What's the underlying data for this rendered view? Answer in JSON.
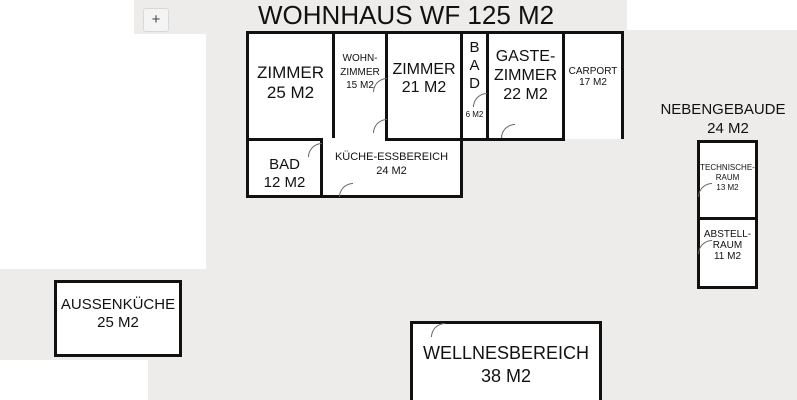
{
  "title": "WOHNHAUS WF 125 M2",
  "ui": {
    "add_tab_label": "+"
  },
  "house": {
    "zimmer1": {
      "name": "ZIMMER",
      "area": "25 M2"
    },
    "wohnzimmer": {
      "name_line1": "WOHN-",
      "name_line2": "ZIMMER",
      "area": "15 M2"
    },
    "zimmer2": {
      "name": "ZIMMER",
      "area": "21 M2"
    },
    "bad_small": {
      "letters": [
        "B",
        "A",
        "D"
      ],
      "area": "6 M2"
    },
    "gastezimmer": {
      "name_line1": "GASTE-",
      "name_line2": "ZIMMER",
      "area": "22 M2"
    },
    "carport": {
      "name": "CARPORT",
      "area": "17 M2"
    },
    "bad": {
      "name": "BAD",
      "area": "12 M2"
    },
    "kueche": {
      "name": "KÜCHE-ESSBEREICH",
      "area": "24 M2"
    }
  },
  "nebengebaude": {
    "title": "NEBENGEBAUDE",
    "area": "24 M2",
    "technik": {
      "name_line1": "TECHNISCHE-",
      "name_line2": "RAUM",
      "area": "13 M2"
    },
    "abstell": {
      "name_line1": "ABSTELL-",
      "name_line2": "RAUM",
      "area": "11 M2"
    }
  },
  "aussenkueche": {
    "name": "AUSSENKÜCHE",
    "area": "25 M2"
  },
  "wellness": {
    "name": "WELLNESBEREICH",
    "area": "38 M2"
  }
}
